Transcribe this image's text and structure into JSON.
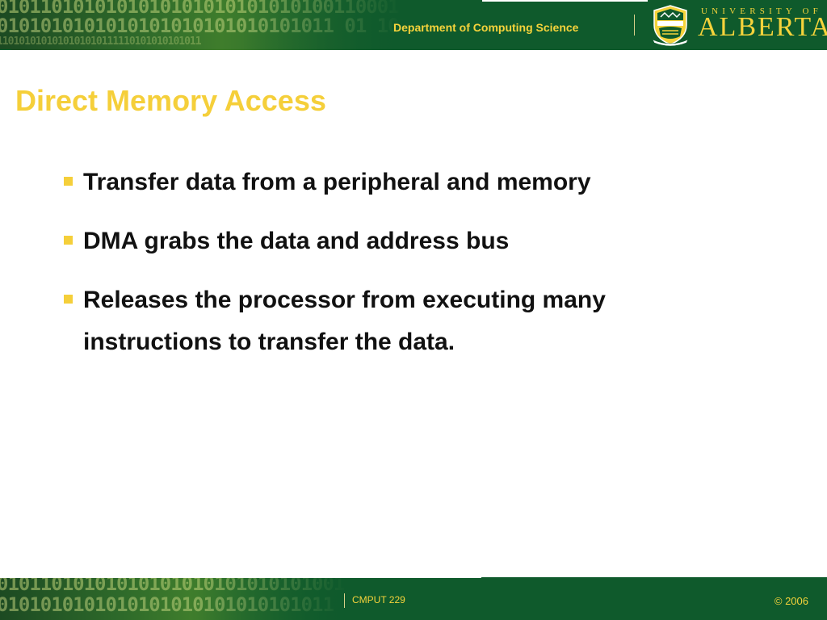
{
  "header": {
    "binary_rows": [
      "0101101010101010101010101010100110001  10  1101",
      "0101010101010101010101010101011  01  1010  1011",
      "1101010101010101010111110101010101011"
    ],
    "department": "Department of Computing Science",
    "university_small": "UNIVERSITY OF",
    "university_big": "ALBERTA"
  },
  "slide": {
    "title": "Direct Memory Access",
    "bullets": [
      "Transfer data from a peripheral and memory",
      "DMA grabs the data and address bus",
      "Releases the processor from executing many instructions to transfer the data."
    ]
  },
  "footer": {
    "binary_rows": [
      "0101101010101010101010101010100110001  10",
      "0101010101010101010101010101011  01  1010"
    ],
    "course": "CMPUT 229",
    "copyright": "© 2006"
  },
  "colors": {
    "brand_green": "#0f5a2c",
    "gold": "#f5cf3a",
    "text": "#111111"
  },
  "icons": {
    "crest": "university-crest-icon",
    "bullet": "square-bullet-icon"
  }
}
